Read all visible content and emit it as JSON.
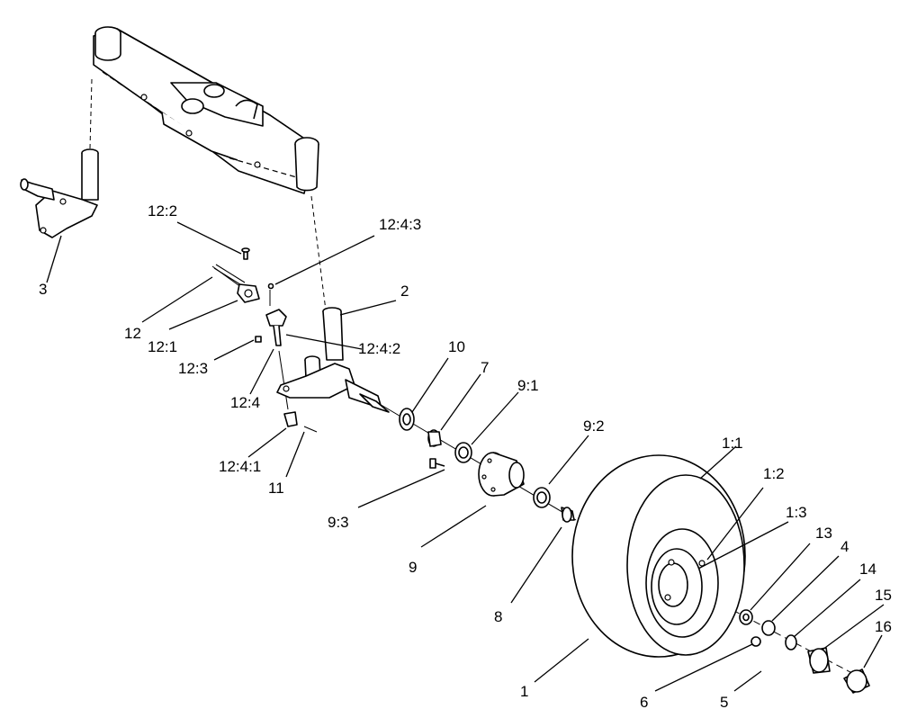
{
  "callouts": [
    {
      "id": "c-12-2",
      "text": "12:2"
    },
    {
      "id": "c-12-4-3",
      "text": "12:4:3"
    },
    {
      "id": "c-2",
      "text": "2"
    },
    {
      "id": "c-3",
      "text": "3"
    },
    {
      "id": "c-12",
      "text": "12"
    },
    {
      "id": "c-12-1",
      "text": "12:1"
    },
    {
      "id": "c-12-3",
      "text": "12:3"
    },
    {
      "id": "c-12-4-2",
      "text": "12:4:2"
    },
    {
      "id": "c-12-4",
      "text": "12:4"
    },
    {
      "id": "c-10",
      "text": "10"
    },
    {
      "id": "c-7",
      "text": "7"
    },
    {
      "id": "c-9-1",
      "text": "9:1"
    },
    {
      "id": "c-12-4-1",
      "text": "12:4:1"
    },
    {
      "id": "c-11",
      "text": "11"
    },
    {
      "id": "c-9-2",
      "text": "9:2"
    },
    {
      "id": "c-9-3",
      "text": "9:3"
    },
    {
      "id": "c-9",
      "text": "9"
    },
    {
      "id": "c-8",
      "text": "8"
    },
    {
      "id": "c-1-1",
      "text": "1:1"
    },
    {
      "id": "c-1-2",
      "text": "1:2"
    },
    {
      "id": "c-1-3",
      "text": "1:3"
    },
    {
      "id": "c-13",
      "text": "13"
    },
    {
      "id": "c-4",
      "text": "4"
    },
    {
      "id": "c-14",
      "text": "14"
    },
    {
      "id": "c-15",
      "text": "15"
    },
    {
      "id": "c-16",
      "text": "16"
    },
    {
      "id": "c-1",
      "text": "1"
    },
    {
      "id": "c-6",
      "text": "6"
    },
    {
      "id": "c-5",
      "text": "5"
    }
  ]
}
